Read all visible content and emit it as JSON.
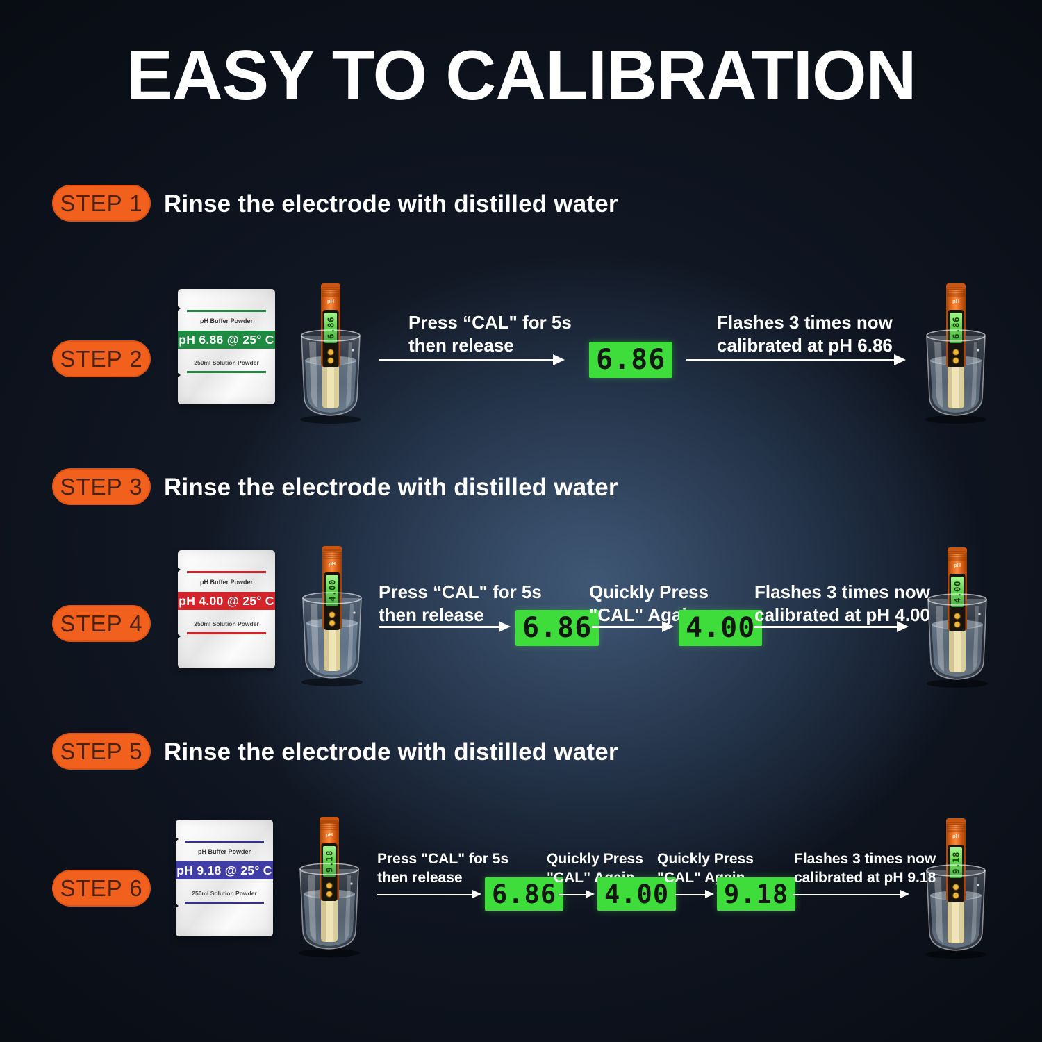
{
  "title": "EASY TO CALIBRATION",
  "meter": {
    "ph_label": "pH"
  },
  "steps": {
    "s1": {
      "badge": "STEP 1",
      "text": "Rinse the electrode with distilled water"
    },
    "s2": {
      "badge": "STEP 2",
      "packet": {
        "header": "pH Buffer Powder",
        "band": "pH 6.86 @ 25° C",
        "footer": "250ml Solution Powder"
      },
      "meter_value": "6.86",
      "press_line1": "Press “CAL\" for 5s",
      "press_line2": "then release",
      "display1": "6.86",
      "result_line1": "Flashes 3 times now",
      "result_line2": "calibrated at pH 6.86"
    },
    "s3": {
      "badge": "STEP 3",
      "text": "Rinse the electrode with distilled water"
    },
    "s4": {
      "badge": "STEP 4",
      "packet": {
        "header": "pH Buffer Powder",
        "band": "pH 4.00 @ 25° C",
        "footer": "250ml Solution Powder"
      },
      "meter_value": "4.00",
      "press_line1": "Press “CAL\" for 5s",
      "press_line2": "then release",
      "display1": "6.86",
      "quick1_line1": "Quickly Press",
      "quick1_line2": "\"CAL\" Again",
      "display2": "4.00",
      "result_line1": "Flashes 3 times now",
      "result_line2": "calibrated at pH 4.00"
    },
    "s5": {
      "badge": "STEP 5",
      "text": "Rinse the electrode with distilled water"
    },
    "s6": {
      "badge": "STEP 6",
      "packet": {
        "header": "pH Buffer Powder",
        "band": "pH 9.18 @ 25° C",
        "footer": "250ml Solution Powder"
      },
      "meter_value": "9.18",
      "press_line1": "Press \"CAL\" for 5s",
      "press_line2": "then release",
      "display1": "6.86",
      "quick1_line1": "Quickly Press",
      "quick1_line2": "\"CAL\" Again",
      "display2": "4.00",
      "quick2_line1": "Quickly Press",
      "quick2_line2": "\"CAL\" Again",
      "display3": "9.18",
      "result_line1": "Flashes 3 times now",
      "result_line2": "calibrated at pH 9.18"
    }
  },
  "colors": {
    "badge_orange": "#f1601d",
    "badge_text": "#4a220b",
    "accent_green": "#1f8a41",
    "accent_red": "#d2242a",
    "accent_purple": "#413da6",
    "lcd_green": "#3fdd3c",
    "lcd_digit": "#121712",
    "meter_orange": "#e7711f",
    "arrow_white": "#ffffff",
    "background_glow": "#50719c"
  }
}
